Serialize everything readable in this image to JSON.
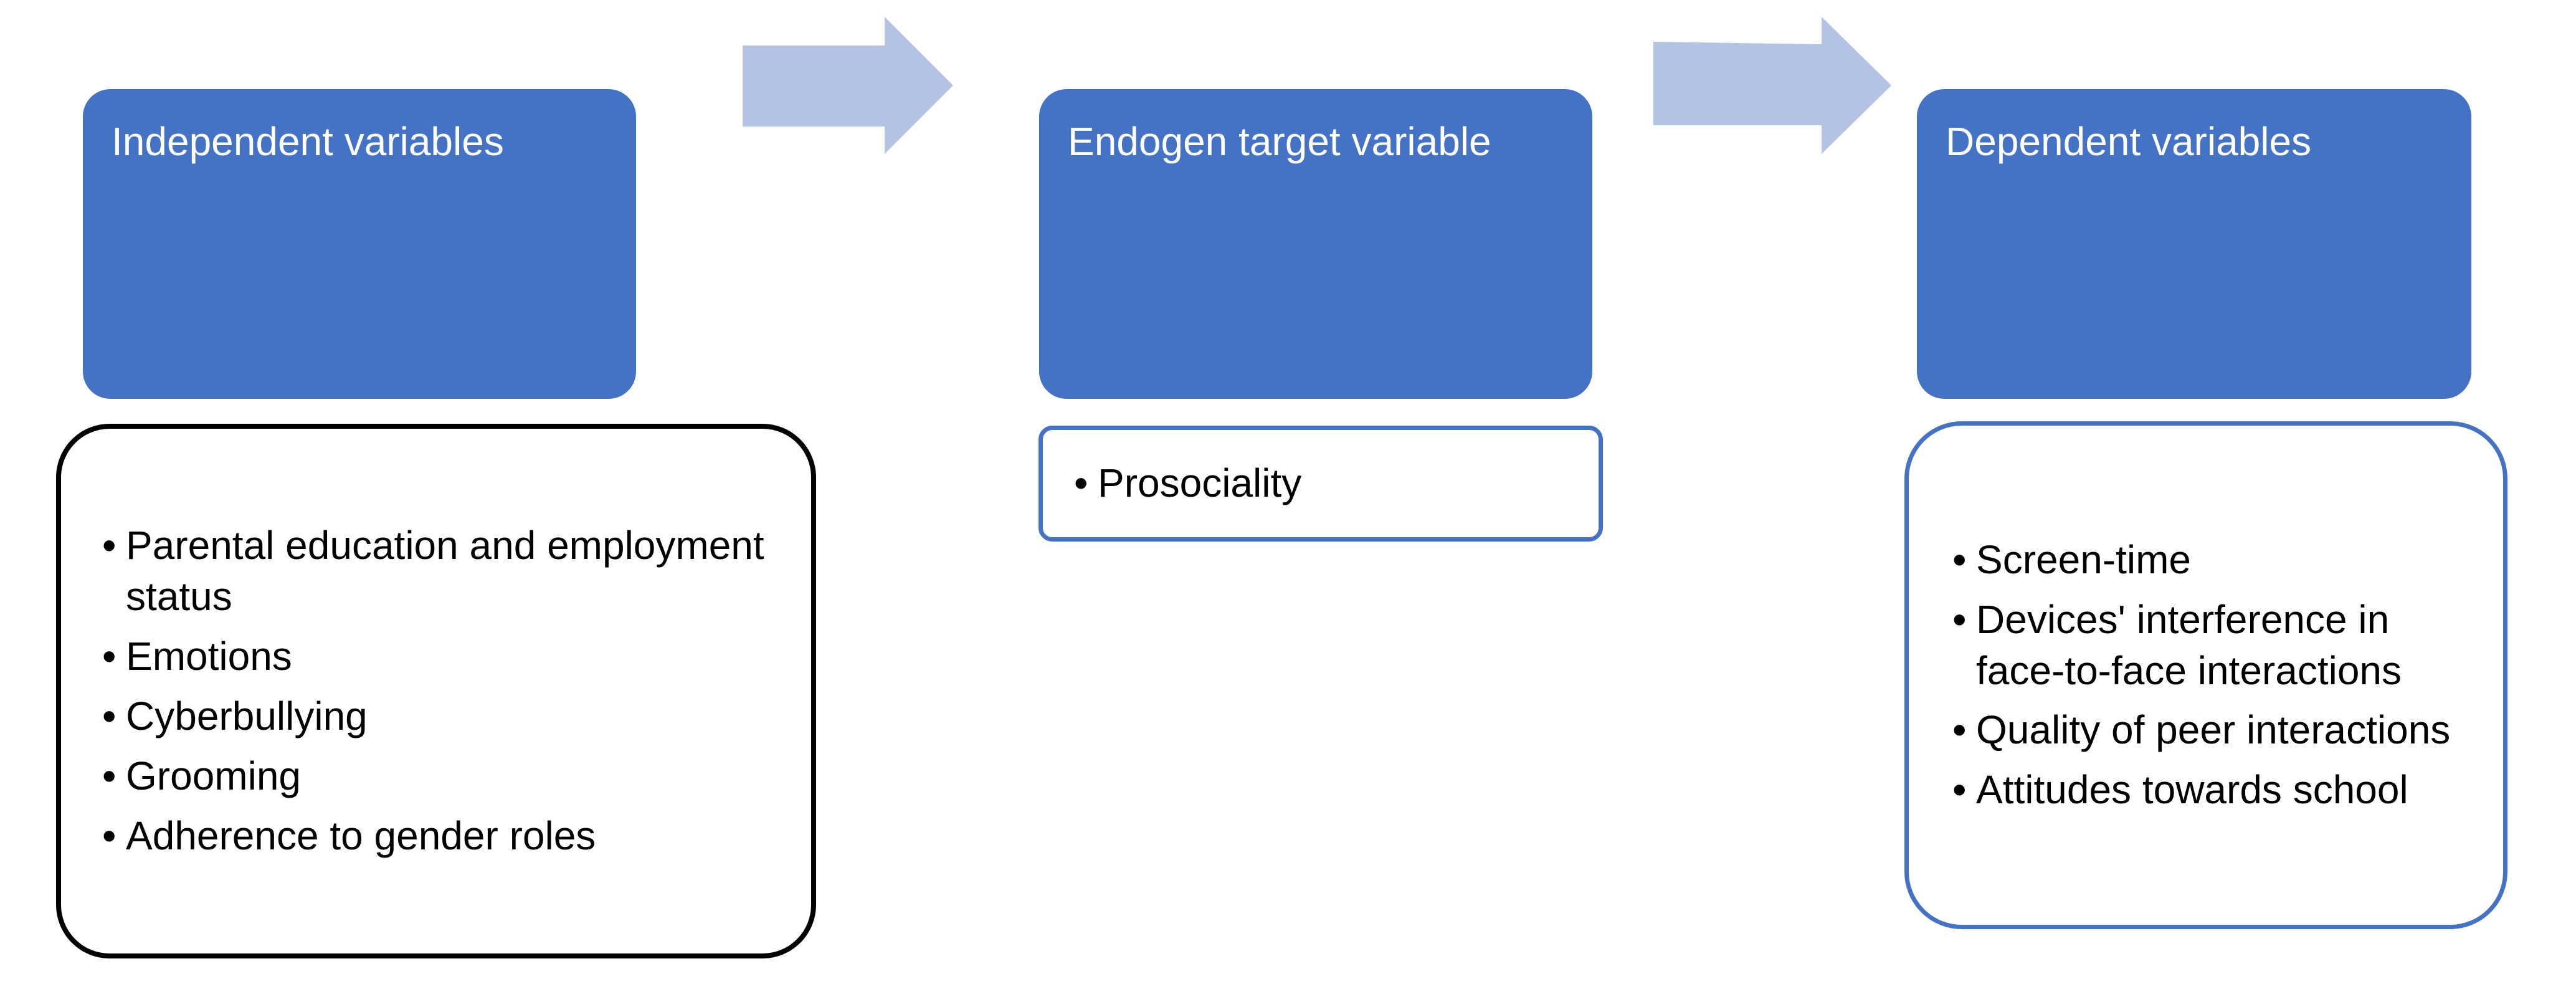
{
  "colors": {
    "header_fill": "#4472C4",
    "arrow_fill": "#B4C2E4",
    "black_border": "#000000",
    "blue_border": "#4472C4"
  },
  "columns": [
    {
      "title": "Independent variables",
      "items": [
        "Parental education and employment status",
        "Emotions",
        "Cyberbullying",
        "Grooming",
        "Adherence to gender roles"
      ]
    },
    {
      "title": "Endogen target variable",
      "items": [
        "Prosociality"
      ]
    },
    {
      "title": "Dependent variables",
      "items": [
        "Screen-time",
        "Devices' interference in face-to-face interactions",
        "Quality of peer interactions",
        "Attitudes towards school"
      ]
    }
  ],
  "bullet_char": "•",
  "arrow_icon": "right-arrow-icon"
}
